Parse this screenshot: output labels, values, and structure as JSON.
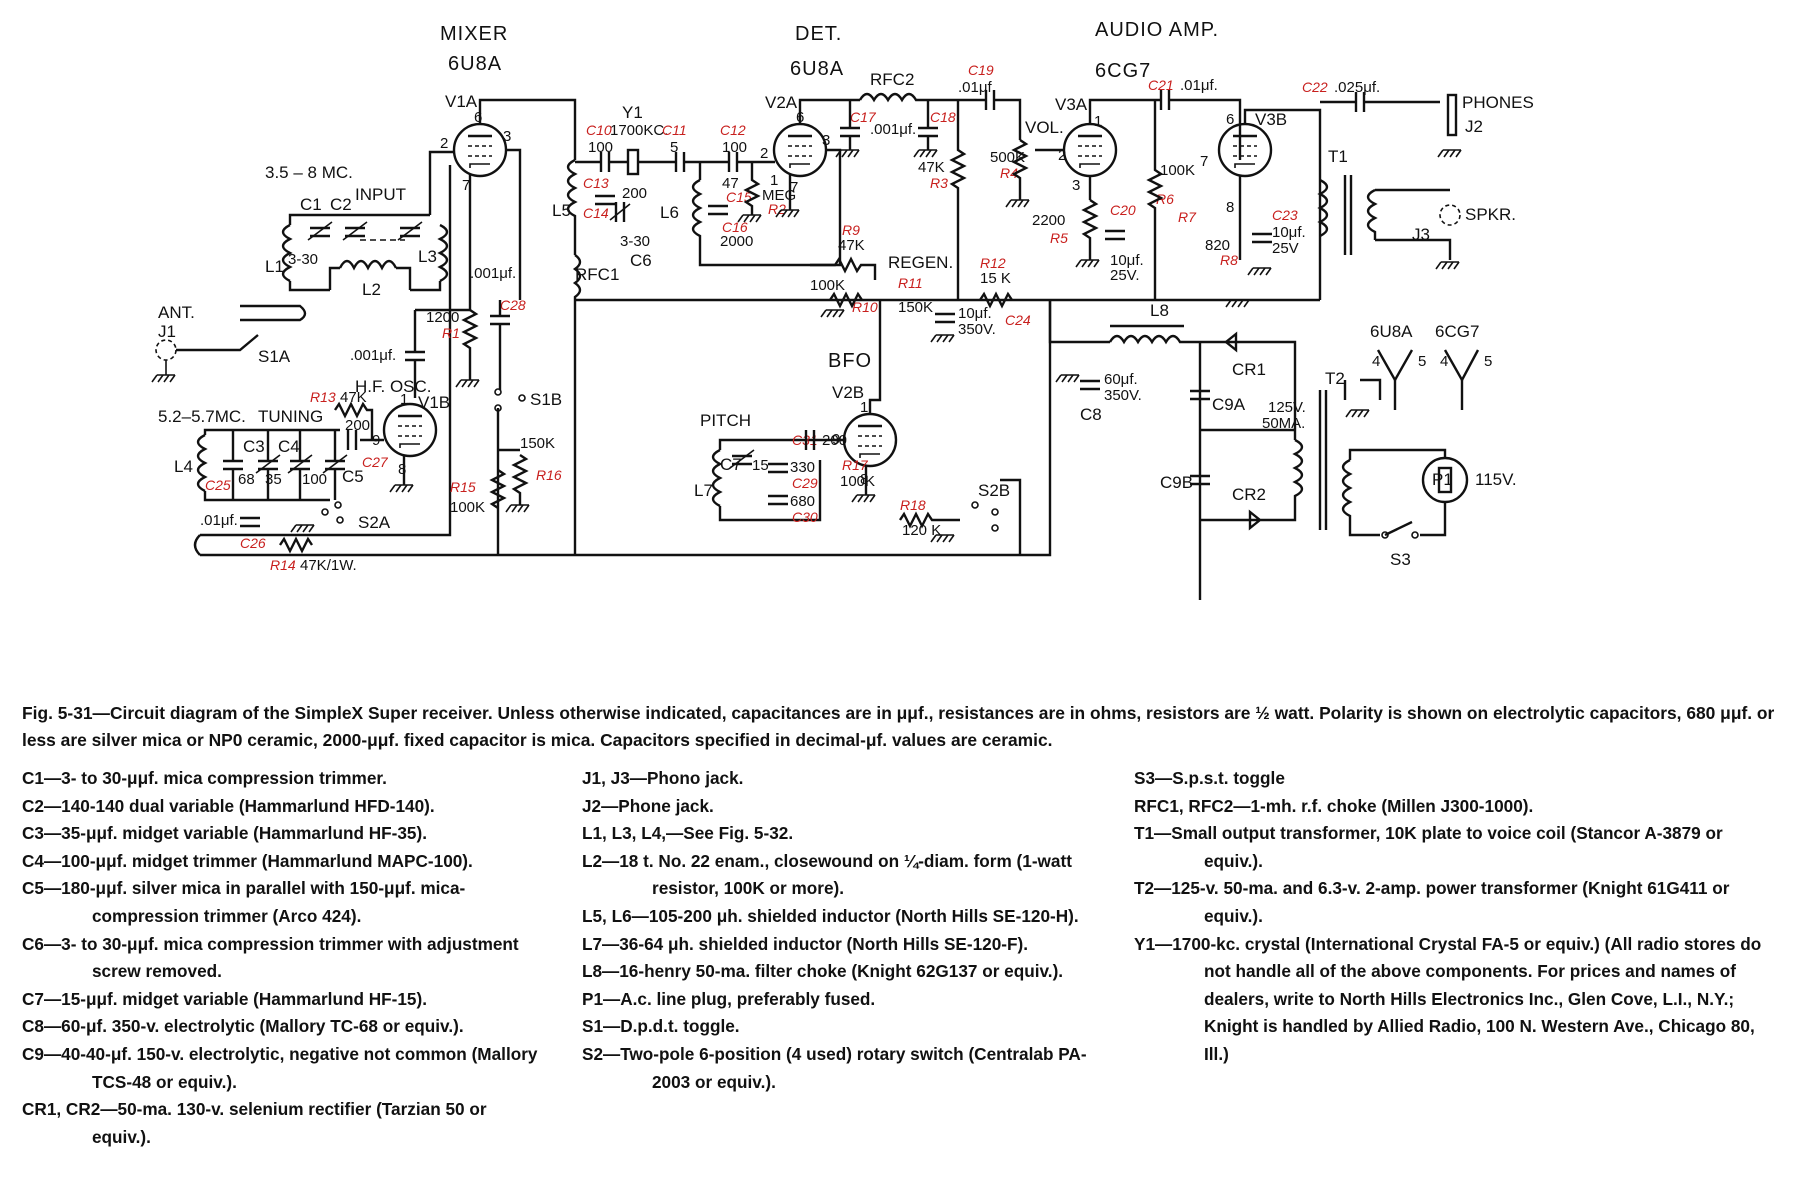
{
  "sections": {
    "mixer": "MIXER",
    "mixer_tube": "6U8A",
    "det": "DET.",
    "det_tube": "6U8A",
    "audio": "AUDIO AMP.",
    "audio_tube": "6CG7",
    "bfo": "BFO"
  },
  "labels": {
    "v1a": "V1A",
    "v1b": "V1B",
    "v2a": "V2A",
    "v2b": "V2B",
    "v3a": "V3A",
    "v3b": "V3B",
    "y1": "Y1",
    "y1_freq": "1700KC.",
    "band_in": "3.5 – 8 MC.",
    "input": "INPUT",
    "c1": "C1",
    "c2": "C2",
    "l1": "L1",
    "l2": "L2",
    "l3": "L3",
    "cap_3_30": "3-30",
    "ant": "ANT.",
    "j1": "J1",
    "s1a": "S1A",
    "s1b": "S1B",
    "cap_001a": ".001μf.",
    "cap_001b": ".001μf.",
    "cap_001c": ".001μf.",
    "res_1200": "1200",
    "hf_osc": "H.F. OSC.",
    "band_osc": "5.2–5.7MC.",
    "tuning": "TUNING",
    "l4": "L4",
    "c3": "C3",
    "c4": "C4",
    "c5": "C5",
    "val_68": "68",
    "val_35": "35",
    "val_100a": "100",
    "val_200a": "200",
    "res_47k_a": "47K",
    "cap_01a": ".01μf.",
    "r14val": "47K/1W.",
    "s2a": "S2A",
    "res_150k_a": "150K",
    "res_100k_a": "100K",
    "l5": "L5",
    "val_100b": "100",
    "val_200b": "200",
    "c6": "C6",
    "c6val": "3-30",
    "val_5": "5",
    "val_100c": "100",
    "l6": "L6",
    "val_47": "47",
    "val_2000": "2000",
    "val_1meg_1": "1",
    "val_1meg_2": "MEG",
    "rfc1": "RFC1",
    "rfc2": "RFC2",
    "res_47k_b": "47K",
    "res_47k_c": "47K",
    "res_100k_b": "100K",
    "regen": "REGEN.",
    "res_150k_b": "150K",
    "res_15k": "15 K",
    "cap_10_350": "10μf.",
    "cap_10_350v": "350V.",
    "cap_01b": ".01μf.",
    "vol": "VOL.",
    "res_500k": "500K",
    "cap_01c": ".01μf.",
    "cap_025": ".025μf.",
    "res_2200": "2200",
    "cap_10_25a": "10μf.",
    "cap_10_25a_v": "25V.",
    "res_100k_c": "100K",
    "res_820": "820",
    "cap_10_25b": "10μf.",
    "cap_10_25b_v": "25V",
    "t1": "T1",
    "phones": "PHONES",
    "j2": "J2",
    "j3": "J3",
    "spkr": "SPKR.",
    "pitch": "PITCH",
    "l7": "L7",
    "c7": "C7",
    "val_15": "15",
    "val_330": "330",
    "val_680": "680",
    "val_200c": "200",
    "res_100k_d": "100K",
    "res_120k": "120 K",
    "s2b": "S2B",
    "l8": "L8",
    "cap_60": "60μf.",
    "cap_60v": "350V.",
    "c8": "C8",
    "cr1": "CR1",
    "cr2": "CR2",
    "c9a": "C9A",
    "c9b": "C9B",
    "t2": "T2",
    "v125": "125V.",
    "ma50": "50MA.",
    "fil_6u8a": "6U8A",
    "fil_6cg7": "6CG7",
    "p1": "P1",
    "v115": "115V.",
    "s3": "S3",
    "pin_6a": "6",
    "pin_3a": "3",
    "pin_2a": "2",
    "pin_7a": "7",
    "pin_1b": "1",
    "pin_9b": "9",
    "pin_8b": "8",
    "pin_6c": "6",
    "pin_3c": "3",
    "pin_2c": "2",
    "pin_7c": "7",
    "pin_1d": "1",
    "pin_9d": "9",
    "pin_8d": "8",
    "pin_2e": "2",
    "pin_1e": "1",
    "pin_3e": "3",
    "pin_7f": "7",
    "pin_6f": "6",
    "pin_8f": "8",
    "pin_4a": "4",
    "pin_5a": "5",
    "pin_4b": "4",
    "pin_5b": "5"
  },
  "refs": {
    "c10": "C10",
    "c11": "C11",
    "c12": "C12",
    "c13": "C13",
    "c14": "C14",
    "c15": "C15",
    "c16": "C16",
    "c17": "C17",
    "c18": "C18",
    "c19": "C19",
    "c20": "C20",
    "c21": "C21",
    "c22": "C22",
    "c23": "C23",
    "c24": "C24",
    "c25": "C25",
    "c26": "C26",
    "c27": "C27",
    "c28": "C28",
    "c29": "C29",
    "c30": "C30",
    "c31": "C31",
    "r1": "R1",
    "r2": "R2",
    "r3": "R3",
    "r4": "R4",
    "r5": "R5",
    "r6": "R6",
    "r7": "R7",
    "r8": "R8",
    "r9": "R9",
    "r10": "R10",
    "r11": "R11",
    "r12": "R12",
    "r13": "R13",
    "r14": "R14",
    "r15": "R15",
    "r16": "R16",
    "r17": "R17",
    "r18": "R18"
  },
  "caption": "Fig. 5-31—Circuit diagram of the SimpleX Super receiver. Unless otherwise indicated, capacitances are in μμf., resistances are in ohms, resistors are ½ watt. Polarity is shown on electrolytic capacitors, 680 μμf. or less are silver mica or NP0 ceramic, 2000-μμf. fixed capacitor is mica. Capacitors specified in decimal-μf. values are ceramic.",
  "parts": {
    "col1": [
      "C1—3- to 30-μμf. mica compression trimmer.",
      "C2—140-140 dual variable (Hammarlund HFD-140).",
      "C3—35-μμf. midget variable (Hammarlund HF-35).",
      "C4—100-μμf. midget trimmer (Hammarlund MAPC-100).",
      "C5—180-μμf. silver mica in parallel with 150-μμf. mica-compression trimmer (Arco 424).",
      "C6—3- to 30-μμf. mica compression trimmer with adjustment screw removed.",
      "C7—15-μμf. midget variable (Hammarlund HF-15).",
      "C8—60-μf. 350-v. electrolytic (Mallory TC-68 or equiv.).",
      "C9—40-40-μf. 150-v. electrolytic, negative not common (Mallory TCS-48 or equiv.).",
      "CR1, CR2—50-ma. 130-v. selenium rectifier (Tarzian 50 or equiv.)."
    ],
    "col2": [
      "J1, J3—Phono jack.",
      "J2—Phone jack.",
      "L1, L3, L4,—See Fig. 5-32.",
      "L2—18 t. No. 22 enam., closewound on ¼-diam. form (1-watt resistor, 100K or more).",
      "L5, L6—105-200 μh. shielded inductor (North Hills SE-120-H).",
      "L7—36-64 μh. shielded inductor (North Hills SE-120-F).",
      "L8—16-henry 50-ma. filter choke (Knight 62G137 or equiv.).",
      "P1—A.c. line plug, preferably fused.",
      "S1—D.p.d.t. toggle.",
      "S2—Two-pole 6-position (4 used) rotary switch (Centralab PA-2003 or equiv.)."
    ],
    "col3": [
      "S3—S.p.s.t. toggle",
      "RFC1, RFC2—1-mh. r.f. choke (Millen J300-1000).",
      "T1—Small output transformer, 10K plate to voice coil (Stancor A-3879 or equiv.).",
      "T2—125-v. 50-ma. and 6.3-v. 2-amp. power transformer (Knight 61G411 or equiv.).",
      "Y1—1700-kc. crystal (International Crystal FA-5 or equiv.) (All radio stores do not handle all of the above components. For prices and names of dealers, write to North Hills Electronics Inc., Glen Cove, L.I., N.Y.; Knight is handled by Allied Radio, 100 N. Western Ave., Chicago 80, Ill.)"
    ]
  }
}
